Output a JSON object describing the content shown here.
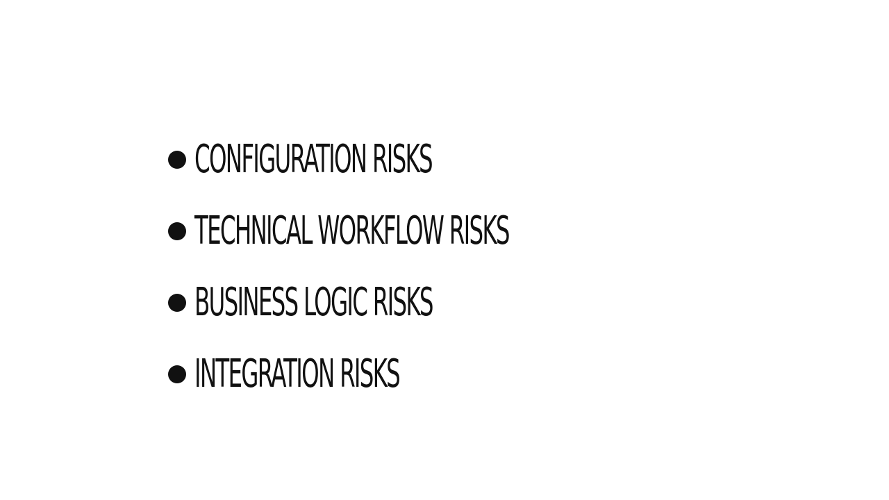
{
  "slide": {
    "bullets": [
      {
        "text": "CONFIGURATION RISKS"
      },
      {
        "text": "TECHNICAL WORKFLOW RISKS"
      },
      {
        "text": "BUSINESS LOGIC RISKS"
      },
      {
        "text": "INTEGRATION RISKS"
      }
    ],
    "colors": {
      "background": "#ffffff",
      "text": "#111111"
    }
  }
}
